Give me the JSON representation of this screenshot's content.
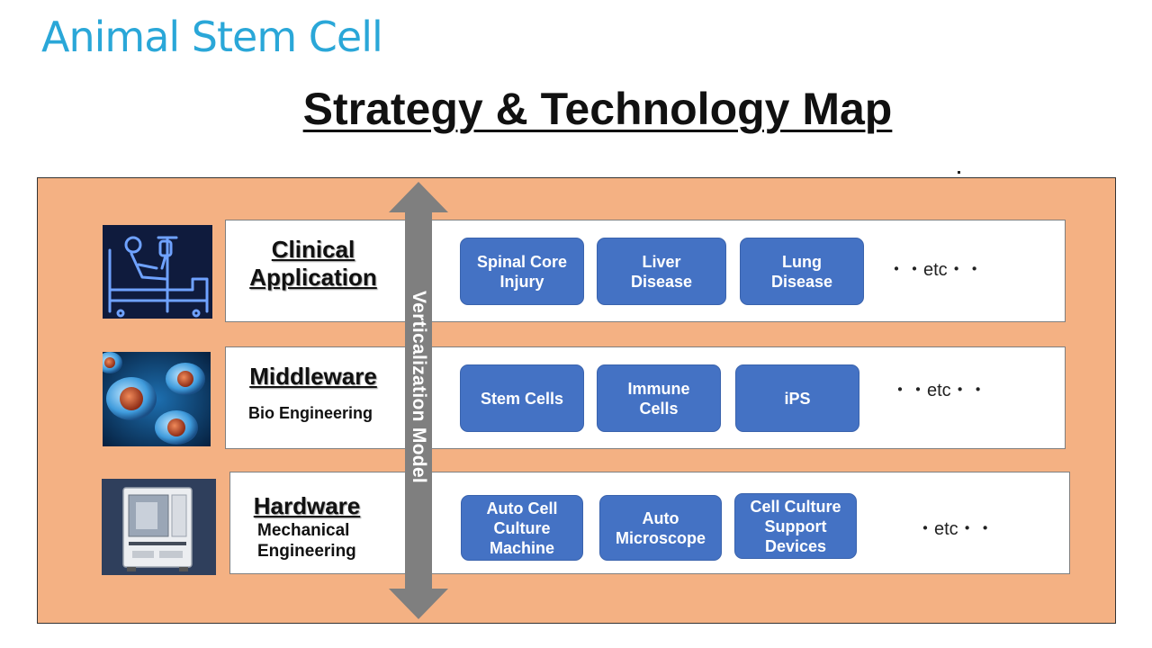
{
  "header": {
    "brand": "Animal Stem Cell",
    "title": "Strategy & Technology Map"
  },
  "axis": {
    "label": "Verticalization Model"
  },
  "layers": [
    {
      "heading_line1": "Clinical",
      "heading_line2": "Application",
      "subtitle": "",
      "image_icon": "hospital-bed-patient-icon",
      "items": [
        "Spinal Core\nInjury",
        "Liver\nDisease",
        "Lung\nDisease"
      ],
      "etc": "・・etc・・"
    },
    {
      "heading_line1": "Middleware",
      "heading_line2": "",
      "subtitle": "Bio Engineering",
      "image_icon": "stem-cells-image",
      "items": [
        "Stem Cells",
        "Immune\nCells",
        "iPS"
      ],
      "etc": "・・etc・・"
    },
    {
      "heading_line1": "Hardware",
      "heading_line2": "",
      "subtitle": "Mechanical\nEngineering",
      "image_icon": "cell-culture-machine-image",
      "items": [
        "Auto Cell\nCulture\nMachine",
        "Auto\nMicroscope",
        "Cell Culture\nSupport\nDevices"
      ],
      "etc": "・etc・・"
    }
  ],
  "colors": {
    "brand": "#2aa7d8",
    "stage_background": "#f4b183",
    "chip": "#4472c4",
    "arrow": "#7f7f7f"
  }
}
